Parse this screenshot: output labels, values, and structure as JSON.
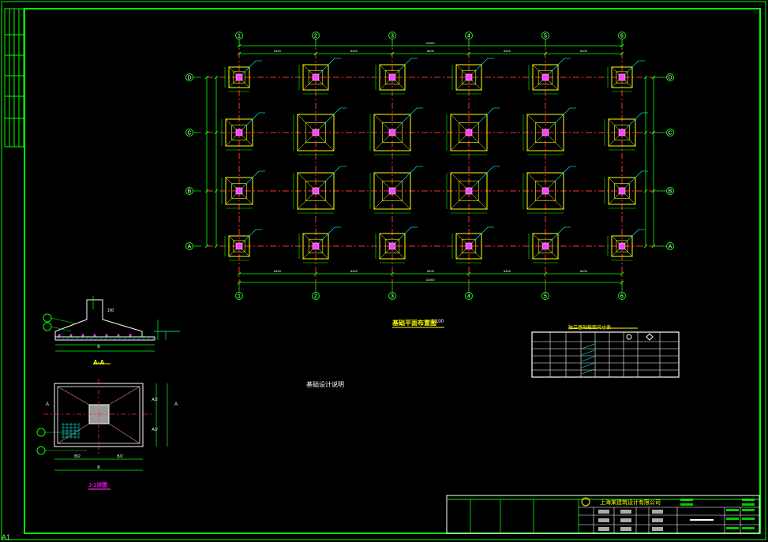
{
  "sheet": {
    "id": "A1"
  },
  "plan": {
    "title": "基础平面布置图",
    "scale": "1:100",
    "axes_x": [
      "1",
      "2",
      "3",
      "4",
      "5",
      "6"
    ],
    "axes_y": [
      "D",
      "C",
      "B",
      "A"
    ],
    "bay_dim": "8400",
    "overall_dim": "42000"
  },
  "section": {
    "title": "A-A",
    "label_b": "B",
    "label_100": "100"
  },
  "detail": {
    "title": "J-1详图",
    "label_b": "B",
    "label_b2": "B/2",
    "label_a2": "A/2",
    "label_a": "A"
  },
  "notes": {
    "title": "基础设计说明"
  },
  "table": {
    "title": "独立基础截面尺寸表"
  },
  "titleblock": {
    "company": "上海某建筑设计有限公司"
  },
  "colors": {
    "frame": "#00ff00",
    "footing": "#ffff00",
    "axis": "#ff3030",
    "dim": "#00ff00",
    "column": "#ff40ff",
    "text": "#ffffff"
  }
}
